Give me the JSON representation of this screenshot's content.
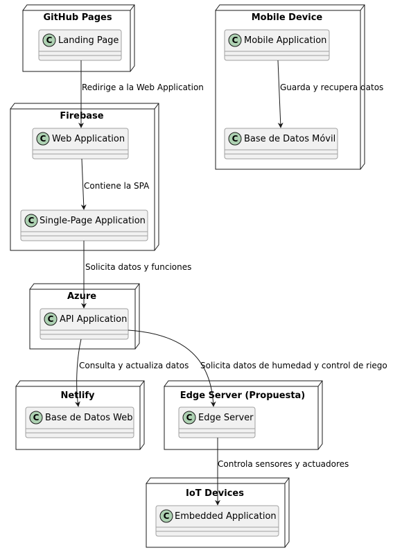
{
  "nodes": {
    "github": {
      "title": "GitHub Pages",
      "classes": [
        {
          "name": "Landing Page",
          "icon": "C"
        }
      ]
    },
    "mobile": {
      "title": "Mobile Device",
      "classes": [
        {
          "name": "Mobile Application",
          "icon": "C"
        },
        {
          "name": "Base de Datos Móvil",
          "icon": "C"
        }
      ]
    },
    "firebase": {
      "title": "Firebase",
      "classes": [
        {
          "name": "Web Application",
          "icon": "C"
        },
        {
          "name": "Single-Page Application",
          "icon": "C"
        }
      ]
    },
    "azure": {
      "title": "Azure",
      "classes": [
        {
          "name": "API Application",
          "icon": "C"
        }
      ]
    },
    "netlify": {
      "title": "Netlify",
      "classes": [
        {
          "name": "Base de Datos Web",
          "icon": "C"
        }
      ]
    },
    "edge": {
      "title": "Edge Server (Propuesta)",
      "classes": [
        {
          "name": "Edge Server",
          "icon": "C"
        }
      ]
    },
    "iot": {
      "title": "IoT Devices",
      "classes": [
        {
          "name": "Embedded Application",
          "icon": "C"
        }
      ]
    }
  },
  "edges": [
    {
      "from": "Landing Page",
      "to": "Web Application",
      "label": "Redirige a la Web Application"
    },
    {
      "from": "Mobile Application",
      "to": "Base de Datos Móvil",
      "label": "Guarda y recupera datos"
    },
    {
      "from": "Web Application",
      "to": "Single-Page Application",
      "label": "Contiene la SPA"
    },
    {
      "from": "Single-Page Application",
      "to": "API Application",
      "label": "Solicita datos y funciones"
    },
    {
      "from": "API Application",
      "to": "Base de Datos Web",
      "label": "Consulta y actualiza datos"
    },
    {
      "from": "API Application",
      "to": "Edge Server",
      "label": "Solicita datos de humedad y control de riego"
    },
    {
      "from": "Edge Server",
      "to": "Embedded Application",
      "label": "Controla sensores y actuadores"
    }
  ],
  "colors": {
    "class_fill": "#f1f1f1",
    "class_border": "#a0a0a0",
    "icon_fill": "#add1b2",
    "node_border": "#181818",
    "edge": "#181818"
  }
}
